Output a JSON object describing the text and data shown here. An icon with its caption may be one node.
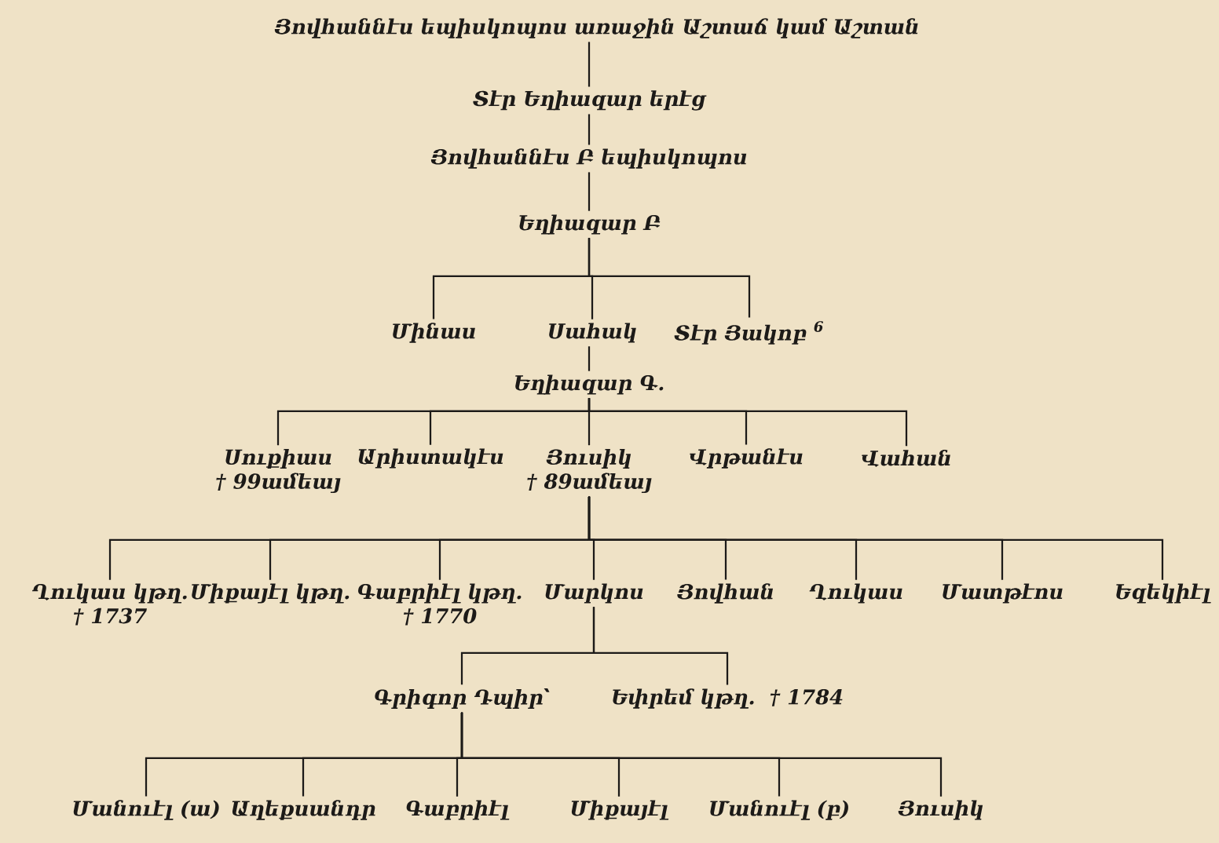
{
  "diagram": {
    "nodes": [
      {
        "text": [
          "Յովհաննէս եպիսկոպոս առաջին Աշտաճ կամ Աշտան"
        ]
      },
      {
        "text": [
          "Տէր Եղիազար երէց"
        ]
      },
      {
        "text": [
          "Յովհաննէս Բ եպիսկոպոս"
        ]
      },
      {
        "text": [
          "Եղիազար Բ"
        ]
      },
      {
        "text": [
          "Մինաս"
        ]
      },
      {
        "text": [
          "Սահակ"
        ]
      },
      {
        "text": [
          "Տէր Յակոբ $^{6}$"
        ]
      },
      {
        "text": [
          "Եղիազար Գ."
        ]
      },
      {
        "text": [
          "Սուքիաս",
          "† 99ամեայ"
        ]
      },
      {
        "text": [
          "Արիստակէս"
        ]
      },
      {
        "text": [
          "Յուսիկ",
          "† 89ամեայ"
        ]
      },
      {
        "text": [
          "Վրթանէս"
        ]
      },
      {
        "text": [
          "Վահան"
        ]
      },
      {
        "text": [
          "Ղուկաս կթղ.",
          "† 1737"
        ]
      },
      {
        "text": [
          "Միքայէլ կթղ."
        ]
      },
      {
        "text": [
          "Գաբրիէլ կթղ.",
          "† 1770"
        ]
      },
      {
        "text": [
          "Մարկոս"
        ]
      },
      {
        "text": [
          "Յովհան"
        ]
      },
      {
        "text": [
          "Ղուկաս"
        ]
      },
      {
        "text": [
          "Մատթէոս"
        ]
      },
      {
        "text": [
          "Եզեկիէլ"
        ]
      },
      {
        "text": [
          "Գրիգոր Դպիր՝"
        ]
      },
      {
        "text": [
          "Եփրեմ կթղ.",
          "† 1784"
        ]
      },
      {
        "text": [
          "Մանուէլ (ա)"
        ]
      },
      {
        "text": [
          "Աղեքսանդր"
        ]
      },
      {
        "text": [
          "Գաբրիէլ"
        ]
      },
      {
        "text": [
          "Միքայէլ"
        ]
      },
      {
        "text": [
          "Մանուէլ (բ)"
        ]
      },
      {
        "text": [
          "Յուսիկ"
        ]
      }
    ],
    "edges": [
      {
        "from": 0,
        "to": 1,
        "arrow": "none"
      },
      {
        "from": 1,
        "to": 2,
        "arrow": "none"
      },
      {
        "from": 2,
        "to": 3,
        "arrow": "none"
      },
      {
        "from": 3,
        "to": 4,
        "arrow": "none"
      },
      {
        "from": 3,
        "to": 5,
        "arrow": "none"
      },
      {
        "from": 3,
        "to": 6,
        "arrow": "none"
      },
      {
        "from": 5,
        "to": 7,
        "arrow": "none"
      },
      {
        "from": 7,
        "to": 8,
        "arrow": "none"
      },
      {
        "from": 7,
        "to": 9,
        "arrow": "none"
      },
      {
        "from": 7,
        "to": 10,
        "arrow": "none"
      },
      {
        "from": 7,
        "to": 11,
        "arrow": "none"
      },
      {
        "from": 7,
        "to": 12,
        "arrow": "none"
      },
      {
        "from": 10,
        "to": 13,
        "arrow": "none"
      },
      {
        "from": 10,
        "to": 14,
        "arrow": "none"
      },
      {
        "from": 10,
        "to": 15,
        "arrow": "none"
      },
      {
        "from": 10,
        "to": 16,
        "arrow": "none"
      },
      {
        "from": 10,
        "to": 17,
        "arrow": "none"
      },
      {
        "from": 10,
        "to": 18,
        "arrow": "none"
      },
      {
        "from": 10,
        "to": 19,
        "arrow": "none"
      },
      {
        "from": 10,
        "to": 20,
        "arrow": "none"
      },
      {
        "from": 16,
        "to": 21,
        "arrow": "none"
      },
      {
        "from": 16,
        "to": 22,
        "arrow": "none"
      },
      {
        "from": 21,
        "to": 23,
        "arrow": "none"
      },
      {
        "from": 21,
        "to": 24,
        "arrow": "none"
      },
      {
        "from": 21,
        "to": 25,
        "arrow": "none"
      },
      {
        "from": 21,
        "to": 26,
        "arrow": "none"
      },
      {
        "from": 21,
        "to": 27,
        "arrow": "none"
      },
      {
        "from": 21,
        "to": 28,
        "arrow": "none"
      }
    ]
  }
}
